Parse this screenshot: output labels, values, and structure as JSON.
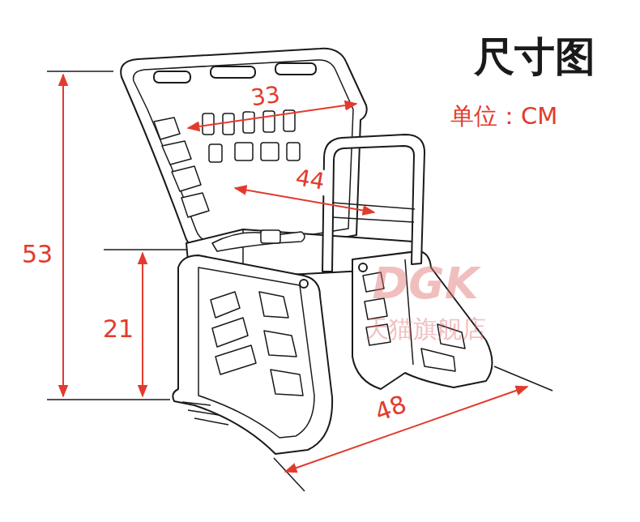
{
  "diagram": {
    "title": "尺寸图",
    "labels": [
      "单位：CM",
      "33",
      "44",
      "53",
      "21",
      "48",
      "DGK",
      "天猫旗舰店"
    ]
  }
}
